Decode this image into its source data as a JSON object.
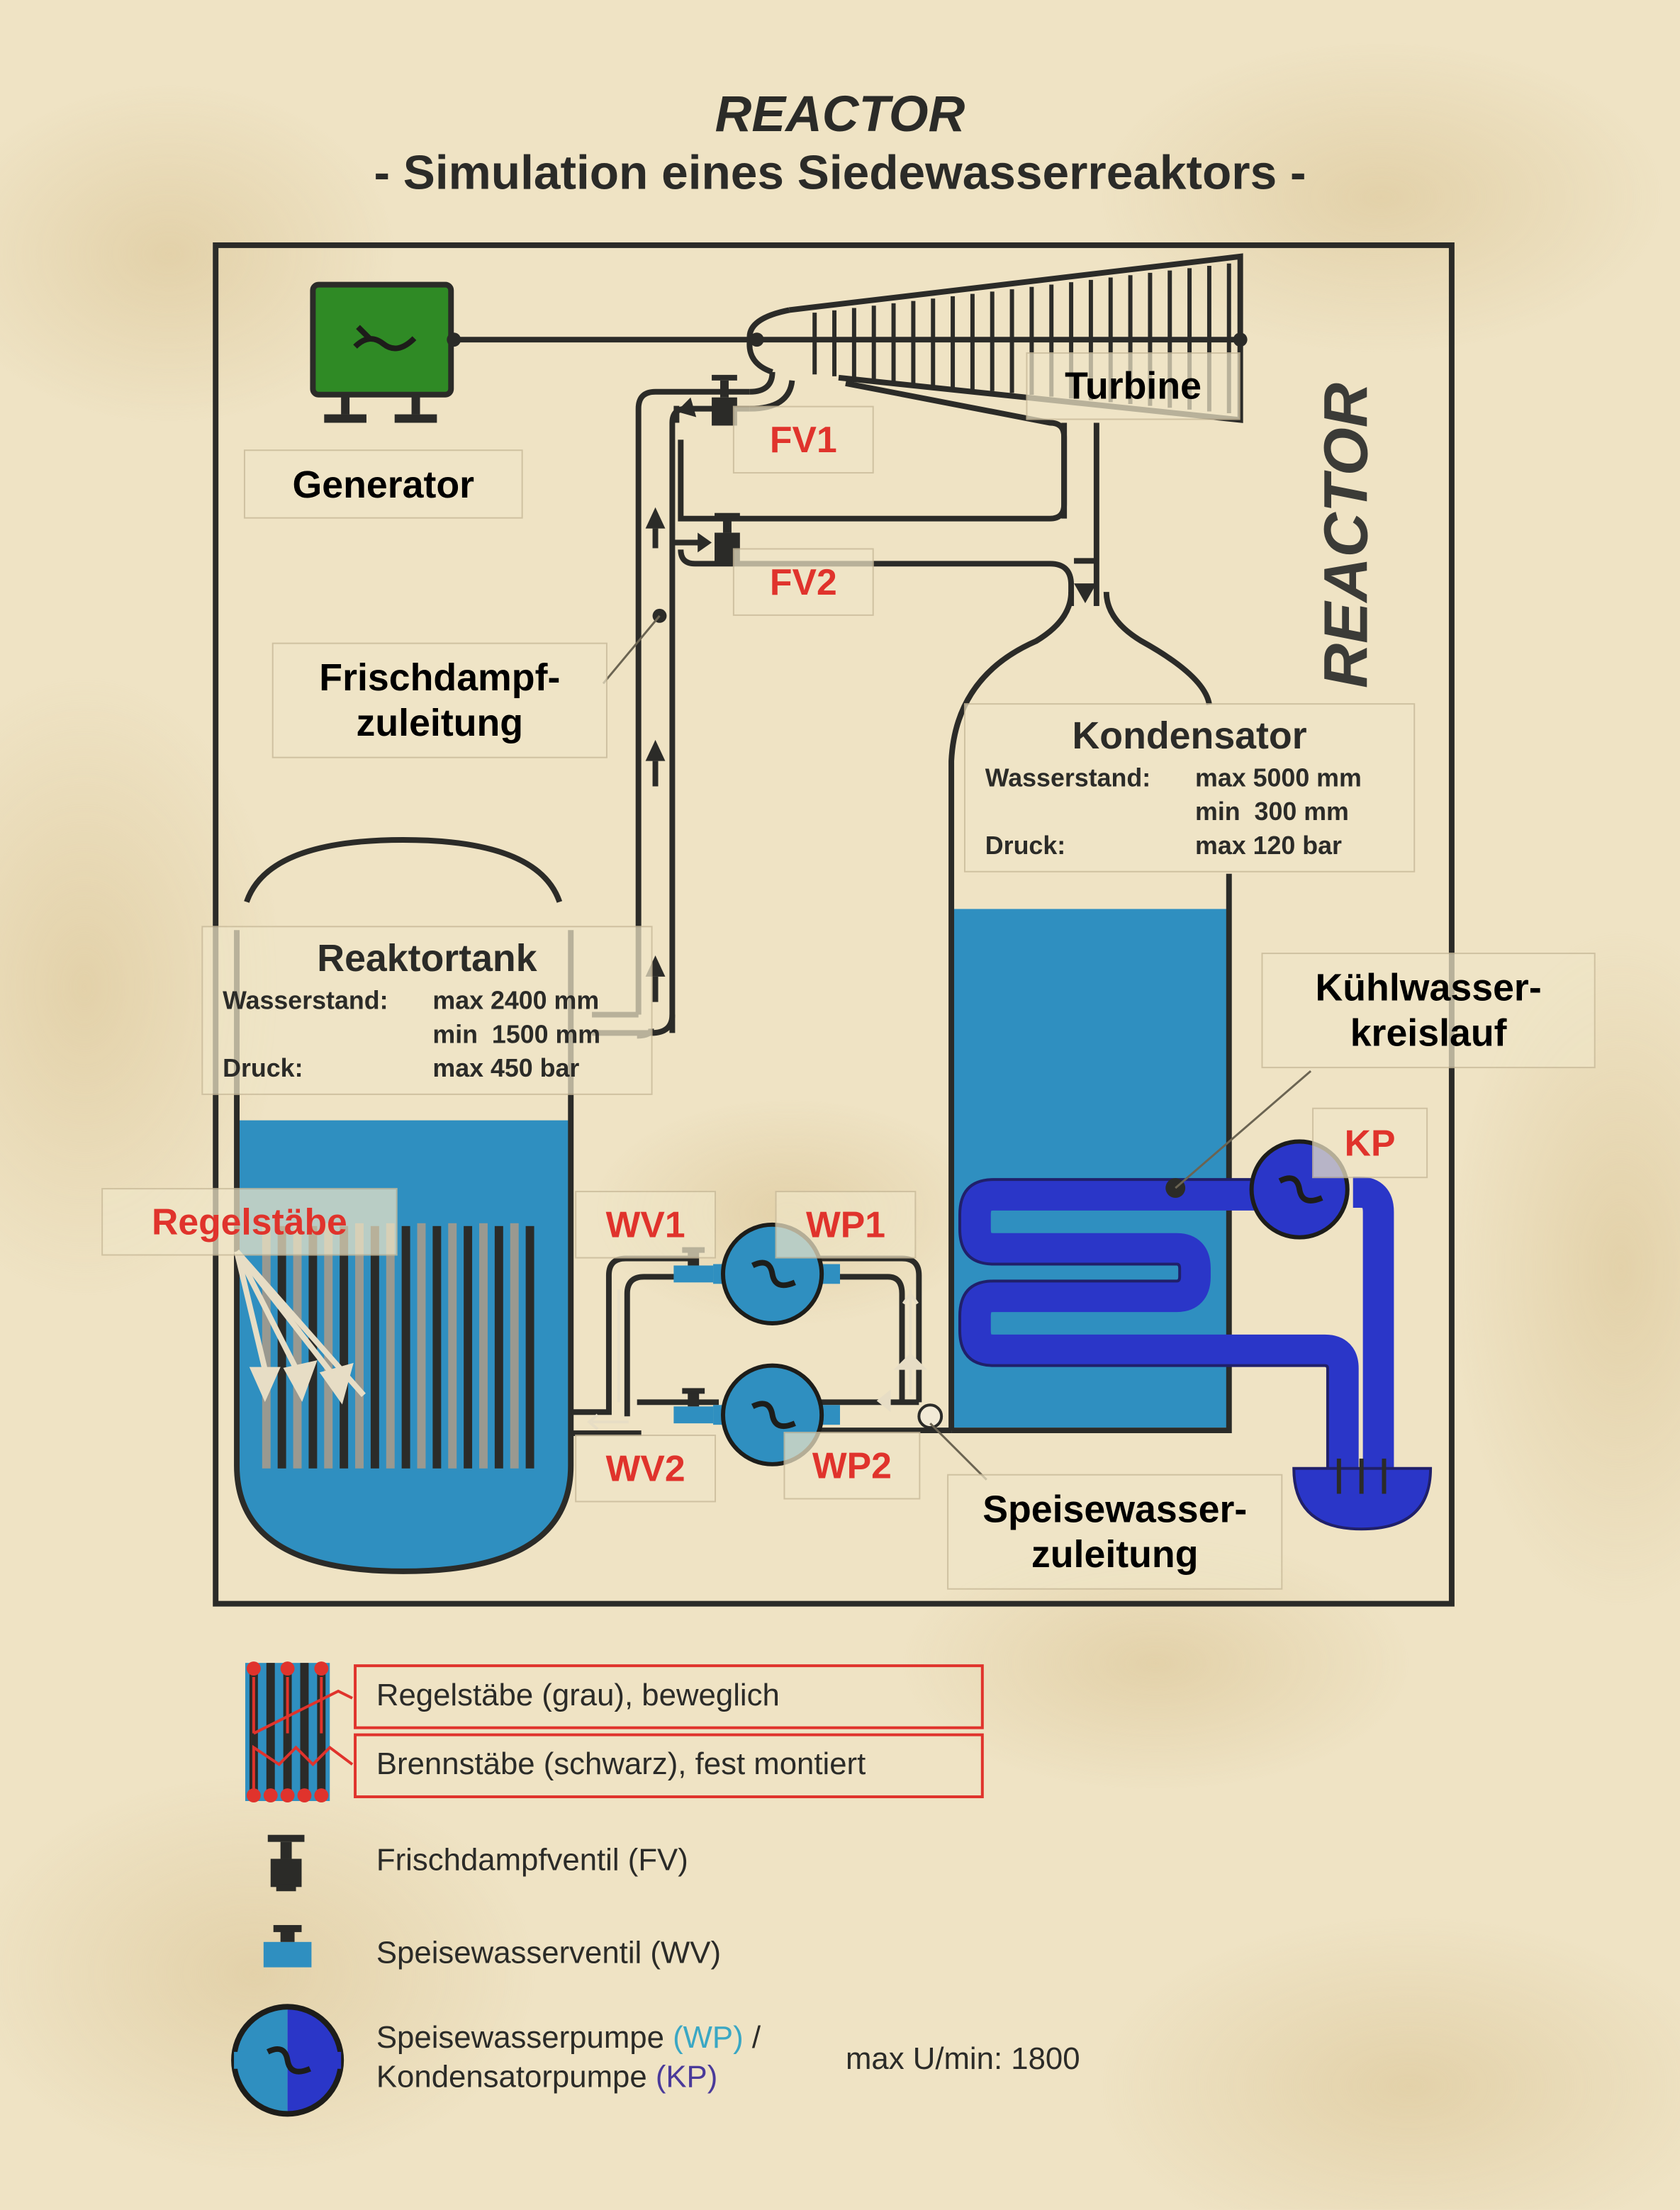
{
  "title": "REACTOR",
  "subtitle": "- Simulation eines Siedewasserreaktors -",
  "side_title": "REACTOR",
  "colors": {
    "paper": "#efe3c4",
    "line": "#2b2b28",
    "water": "#2f8fc0",
    "coolant": "#2a36c8",
    "generator": "#2f8a25",
    "label_red": "#e0332c",
    "wp_text": "#3aa7c4",
    "kp_text": "#4a3a9a"
  },
  "icons": {
    "generator": "generator-icon",
    "valve_fv": "steam-valve-icon",
    "valve_wv": "water-valve-icon",
    "pump": "pump-icon"
  },
  "labels": {
    "generator": "Generator",
    "turbine": "Turbine",
    "fv1": "FV1",
    "fv2": "FV2",
    "frischdampf_1": "Frischdampf-",
    "frischdampf_2": "zuleitung",
    "kondensator": {
      "title": "Kondensator",
      "row1_key": "Wasserstand:",
      "row1_val": "max 5000 mm",
      "row2_val": "min  300 mm",
      "row3_key": "Druck:",
      "row3_val": "max 120 bar"
    },
    "reaktortank": {
      "title": "Reaktortank",
      "row1_key": "Wasserstand:",
      "row1_val": "max 2400 mm",
      "row2_val": "min  1500 mm",
      "row3_key": "Druck:",
      "row3_val": "max 450 bar"
    },
    "kuehlwasser_1": "Kühlwasser-",
    "kuehlwasser_2": "kreislauf",
    "kp": "KP",
    "regelstaebe": "Regelstäbe",
    "wv1": "WV1",
    "wp1": "WP1",
    "wv2": "WV2",
    "wp2": "WP2",
    "speisewasser_1": "Speisewasser-",
    "speisewasser_2": "zuleitung"
  },
  "legend": {
    "regelstaebe": "Regelstäbe (grau), beweglich",
    "brennstaebe": "Brennstäbe (schwarz), fest montiert",
    "fv": "Frischdampfventil (FV)",
    "wv": "Speisewasserventil (WV)",
    "pump_1a": "Speisewasserpumpe ",
    "pump_1b": "(WP)",
    "pump_1c": " /",
    "pump_2a": "Kondensatorpumpe ",
    "pump_2b": "(KP)",
    "max_rpm": "max U/min: 1800"
  }
}
